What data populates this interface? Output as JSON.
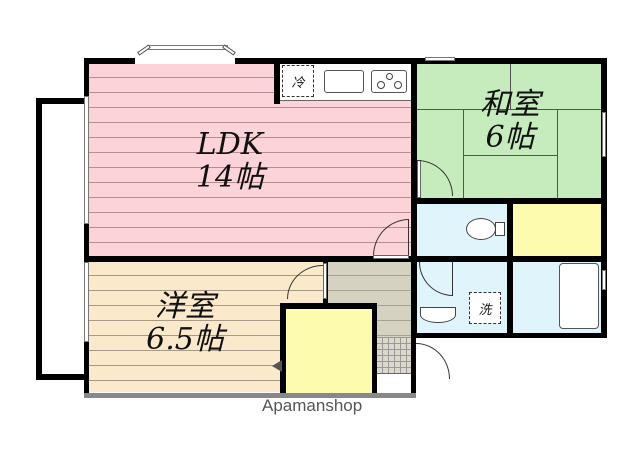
{
  "floorplan": {
    "rooms": [
      {
        "id": "ldk",
        "name": "LDK",
        "size": "14帖",
        "color": "#fbd3d8"
      },
      {
        "id": "washitsu",
        "name": "和室",
        "size": "6帖",
        "color": "#c6ebbd"
      },
      {
        "id": "yoshitsu",
        "name": "洋室",
        "size": "6.5帖",
        "color": "#fbe9cc"
      },
      {
        "id": "toilet",
        "name": "",
        "size": "",
        "color": "#dff4fb"
      },
      {
        "id": "washroom",
        "name": "",
        "size": "",
        "color": "#dff4fb"
      },
      {
        "id": "bathroom",
        "name": "",
        "size": "",
        "color": "#dff4fb"
      },
      {
        "id": "closet-washitsu",
        "name": "",
        "size": "",
        "color": "#fdfbad"
      },
      {
        "id": "closet-yoshitsu",
        "name": "",
        "size": "",
        "color": "#fdfbad"
      },
      {
        "id": "hallway",
        "name": "",
        "size": "",
        "color": "#d6d2c2"
      }
    ],
    "ldk": {
      "name": "LDK",
      "size": "14帖"
    },
    "washitsu": {
      "name": "和室",
      "size": "6帖"
    },
    "yoshitsu": {
      "name": "洋室",
      "size": "6.5帖"
    },
    "fridge_label": "冷",
    "washer_label": "洗"
  },
  "watermark": "Apamanshop"
}
